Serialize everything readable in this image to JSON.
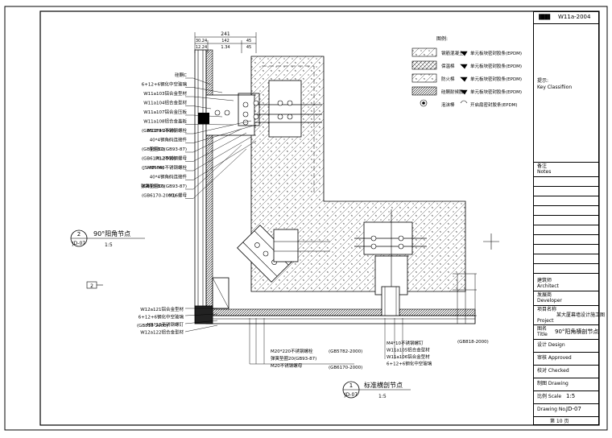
{
  "drawing": {
    "code_top": "W11a-2004",
    "dim_total": "241",
    "dim_parts": [
      "30.24",
      "142",
      "45"
    ],
    "dim_sub": [
      "12.24",
      "1.34",
      "45"
    ],
    "section_left": {
      "num": "2",
      "ref": "JD-07",
      "title": "90°阳角节点",
      "scale": "1:5"
    },
    "section_bottom": {
      "num": "1",
      "ref": "JD-07",
      "title": "标准横剖节点",
      "scale": "1:5"
    },
    "left_callouts": [
      "硅酮C",
      "6+12+6钢化中空玻璃",
      "W11a103铝合金型材",
      "W11a104铝合金型材",
      "W11a107铝合金压板",
      "W11a108铝合金盖板",
      "M12*45不锈钢螺栓",
      "40*4钢角码连接件",
      "垫圈12(GB93-87)",
      "M12不锈钢螺母",
      "M16*60不锈钢螺栓",
      "40*4钢角码连接件",
      "弹簧垫圈16(GB93-87)",
      "M16螺母"
    ],
    "left_standards": [
      "(GB5783-2000)",
      "(GB93-87)",
      "(GB6170-2000)",
      "(JS-HF-04)",
      "(GB93-87)",
      "(GB6170-2000)"
    ],
    "bottom_left_callouts": [
      "W12a121铝合金型材",
      "6+12+6钢化中空玻璃",
      "M5*12不锈钢螺钉",
      "W12a122铝合金型材"
    ],
    "bottom_left_std": "(GB818-2000)",
    "bottom_mid_callouts": [
      "M20*220不锈钢螺栓",
      "弹簧垫圈20(GB93-87)",
      "M20不锈钢螺母"
    ],
    "bottom_mid_std": [
      "(GB5782-2000)",
      "(GB6170-2000)"
    ],
    "bottom_right_callouts": [
      "M4*10不锈钢螺钉",
      "W11a105铝合金型材",
      "W11a106铝合金型材",
      "6+12+6钢化中空玻璃"
    ],
    "bottom_right_std": "(GB818-2000)",
    "marker": "2",
    "legend": {
      "title": "图例:",
      "items": [
        {
          "label": "钢筋混凝土",
          "right": "单元板块密封胶条(EPDM)"
        },
        {
          "label": "保温棉",
          "right": "单元板块密封胶条(EPDM)"
        },
        {
          "label": "防火棉",
          "right": "单元板块密封胶条(EPDM)"
        },
        {
          "label": "硅酮耐候胶",
          "right": "单元板块密封胶条(EPDM)"
        },
        {
          "label": "泡沫棒",
          "right": "开启扇密封胶条(EPDM)"
        }
      ]
    }
  },
  "title_block": {
    "code": "W11a-2004",
    "key_en": "Key Classifiion",
    "key_cn": "提示:",
    "notes_en": "Notes",
    "notes_cn": "备注",
    "architect_cn": "建筑师",
    "architect_en": "Architect",
    "developer_cn": "发展商",
    "developer_en": "Developer",
    "project_cn": "项目名称",
    "project_en": "Project",
    "project_value": "某大厦幕墙设计施工图",
    "title_cn": "图名",
    "title_en": "Title",
    "title_value": "90°阳角横剖节点",
    "sign_rows": [
      "设计 Design",
      "审核 Approved",
      "校对 Checked",
      "制图 Drawing"
    ],
    "scale_label": "比例 Scale",
    "scale_value": "1:5",
    "drawing_no_label": "Drawing No.",
    "drawing_no": "JD-07",
    "sheet": "第 10 页"
  }
}
